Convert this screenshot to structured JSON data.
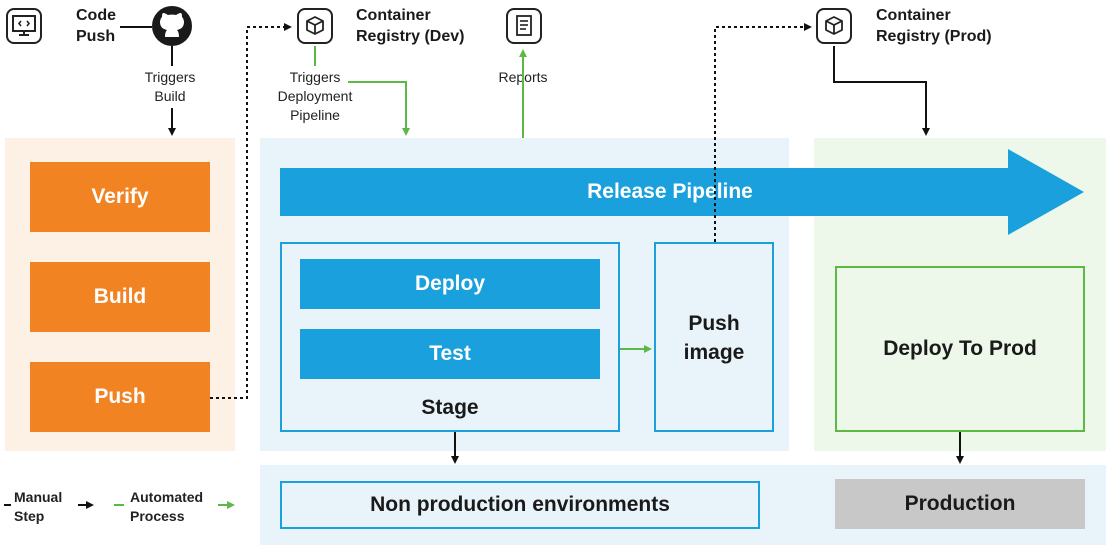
{
  "top": {
    "code_push": "Code\nPush",
    "triggers_build": "Triggers\nBuild",
    "registry_dev": "Container\nRegistry (Dev)",
    "triggers_deployment": "Triggers\nDeployment\nPipeline",
    "reports": "Reports",
    "registry_prod": "Container\nRegistry (Prod)"
  },
  "build_stage": {
    "verify": "Verify",
    "build": "Build",
    "push": "Push"
  },
  "release": {
    "pipeline_label": "Release Pipeline",
    "deploy": "Deploy",
    "test": "Test",
    "stage": "Stage",
    "push_image": "Push\nimage"
  },
  "prod": {
    "deploy_to_prod": "Deploy To Prod"
  },
  "environments": {
    "non_production": "Non production environments",
    "production": "Production"
  },
  "legend": {
    "manual": "Manual\nStep",
    "automated": "Automated\nProcess"
  },
  "colors": {
    "orange": "#f28322",
    "blue": "#1aa1dd",
    "light_orange_bg": "#fdf0e5",
    "light_blue_bg": "#e8f4fa",
    "light_green_bg": "#edf7ea",
    "green": "#5cb946",
    "gray": "#c8c8c8"
  }
}
